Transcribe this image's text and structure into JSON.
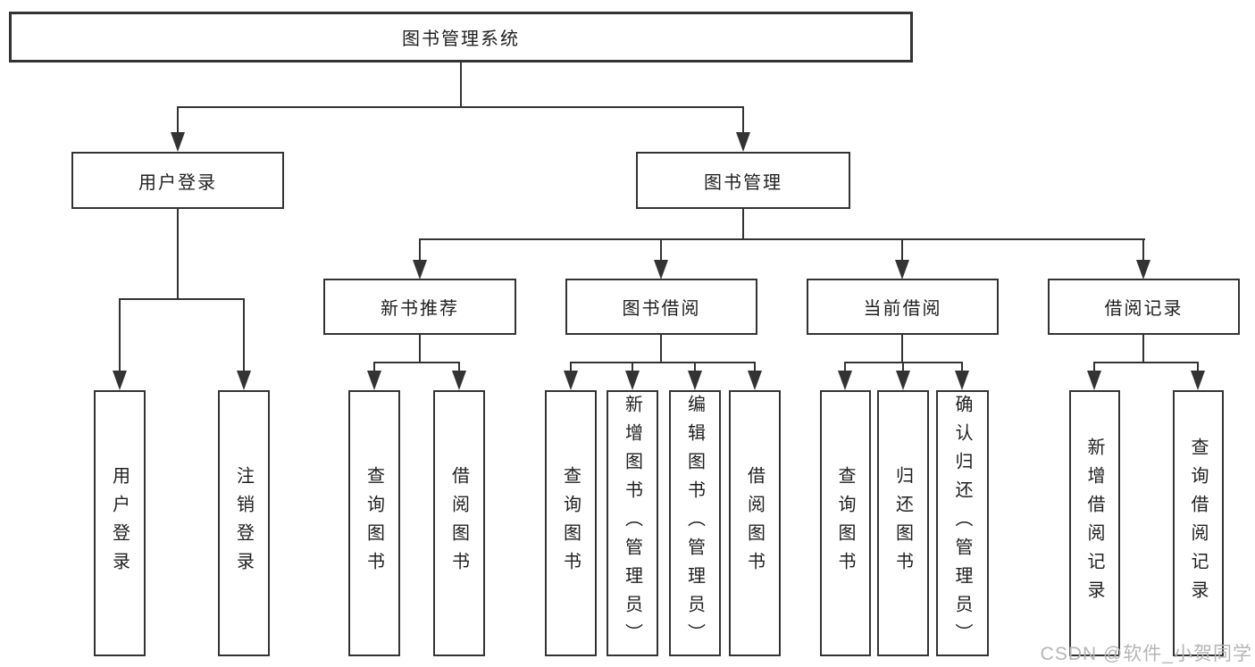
{
  "nodes": {
    "root": "图书管理系统",
    "branches": [
      {
        "label": "用户登录",
        "children": [
          "用户登录",
          "注销登录"
        ]
      },
      {
        "label": "图书管理",
        "groups": [
          {
            "label": "新书推荐",
            "children": [
              "查询图书",
              "借阅图书"
            ]
          },
          {
            "label": "图书借阅",
            "children": [
              "查询图书",
              "新增图书（管理员）",
              "编辑图书（管理员）",
              "借阅图书"
            ]
          },
          {
            "label": "当前借阅",
            "children": [
              "查询图书",
              "归还图书",
              "确认归还（管理员）"
            ]
          },
          {
            "label": "借阅记录",
            "children": [
              "新增借阅记录",
              "查询借阅记录"
            ]
          }
        ]
      }
    ]
  },
  "watermark": "CSDN @软件_小贺同学",
  "colors": {
    "line": "#333333",
    "box_border": "#333333",
    "box_fill": "#ffffff",
    "text": "#1f1f1f",
    "watermark": "#b5b5b5",
    "background": "#ffffff"
  }
}
